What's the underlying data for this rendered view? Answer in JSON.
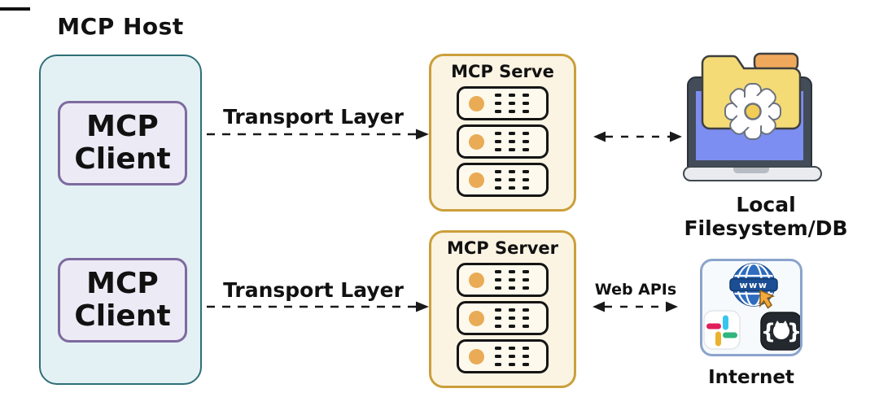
{
  "host": {
    "title": "MCP Host",
    "clients": [
      {
        "line1": "MCP",
        "line2": "Client"
      },
      {
        "line1": "MCP",
        "line2": "Client"
      }
    ]
  },
  "servers": [
    {
      "title": "MCP Serve",
      "rack_units": 3
    },
    {
      "title": "MCP Server",
      "rack_units": 3
    }
  ],
  "connections": {
    "transport_top": {
      "label": "Transport Layer",
      "style": "dashed",
      "direction": "right"
    },
    "server_to_filesystem": {
      "style": "dashed",
      "direction": "both"
    },
    "transport_bottom": {
      "label": "Transport Layer",
      "style": "dashed",
      "direction": "right"
    },
    "web_apis": {
      "label": "Web APIs",
      "style": "dashed",
      "direction": "both"
    }
  },
  "endpoints": {
    "filesystem": {
      "label": "Local Filesystem/DB",
      "icon": "laptop-folder-gear"
    },
    "internet": {
      "label": "Internet",
      "icon": "globe-slack-github",
      "globe_banner_text": "www"
    }
  },
  "colors": {
    "host_fill": "#e4f1f4",
    "host_border": "#2e6f78",
    "client_fill": "#ecebf5",
    "client_border": "#7e6aa0",
    "server_fill": "#fbf4e2",
    "server_border": "#cb9f3b",
    "server_led": "#e9ab55",
    "internet_fill": "#f6fafd",
    "internet_border": "#8ba4cc",
    "laptop_frame": "#434c59",
    "laptop_screen": "#7c8ef1",
    "laptop_base": "#e9ebee",
    "folder_yellow": "#f5db76",
    "folder_flap_orange": "#f0a95c",
    "gear_center_yellow": "#f2cd55",
    "globe_blue": "#2f6cc0",
    "globe_banner_blue": "#1b4e94",
    "cursor_orange": "#f2a93e",
    "slack_blue": "#36c5f0",
    "slack_green": "#2eb67d",
    "slack_yellow": "#ecb22e",
    "slack_red": "#e01e5a",
    "github_black": "#23292e",
    "arrow_black": "#191919"
  }
}
